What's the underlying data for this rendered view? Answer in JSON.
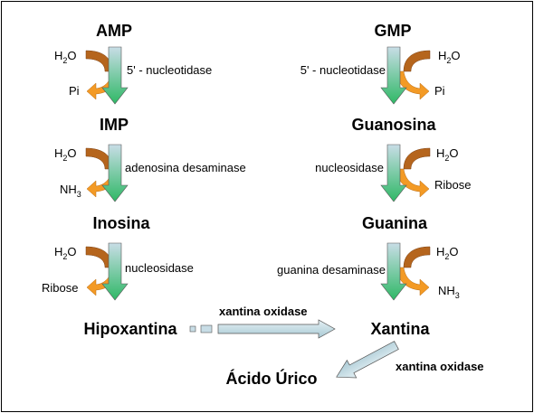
{
  "nodes": {
    "amp": "AMP",
    "gmp": "GMP",
    "imp": "IMP",
    "guanosina": "Guanosina",
    "inosina": "Inosina",
    "guanina": "Guanina",
    "hipoxantina": "Hipoxantina",
    "xantina": "Xantina",
    "acido_urico": "Ácido Úrico"
  },
  "enzymes": {
    "amp_imp": "5' - nucleotidase",
    "gmp_guanosina": "5' - nucleotidase",
    "imp_inosina": "adenosina desaminase",
    "guanosina_guanina": "nucleosidase",
    "inosina_hipoxantina": "nucleosidase",
    "guanina_xantina": "guanina desaminase",
    "hipoxantina_xantina": "xantina oxidase",
    "xantina_acido_urico": "xantina oxidase"
  },
  "molecules": {
    "h2o_base": "H",
    "h2o_sub": "2",
    "h2o_tail": "O",
    "pi": "Pi",
    "nh3_base": "NH",
    "nh3_sub": "3",
    "ribose": "Ribose"
  },
  "colors": {
    "substrate_in": "#b5651d",
    "product_out": "#f39a25",
    "main_arrow_top": "#c8dde6",
    "main_arrow_bottom": "#2fb866"
  }
}
